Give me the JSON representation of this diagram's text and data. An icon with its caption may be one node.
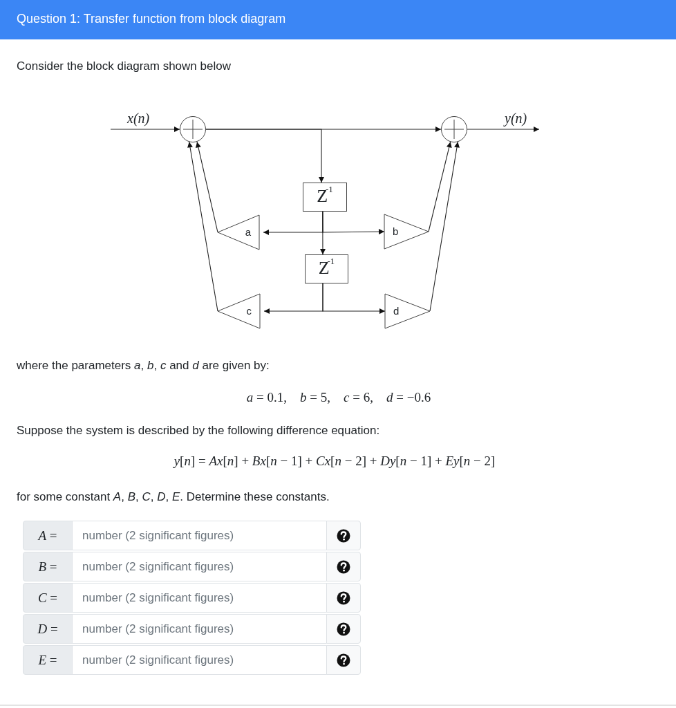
{
  "diagram": {
    "title": "Question 1: Transfer function from block diagram",
    "nodes": [
      {
        "text": [],
        "shape": "circle"
      },
      {
        "text": [],
        "shape": "circle"
      },
      {
        "text": [
          "Z$^{-1}$"
        ]
      },
      {
        "text": [
          "Z$^{-1}$"
        ]
      },
      {
        "text": [
          "a"
        ]
      },
      {
        "text": [
          "b"
        ]
      },
      {
        "text": [
          "c"
        ]
      },
      {
        "text": [
          "d"
        ]
      }
    ],
    "edges": [
      {
        "from": null,
        "to": 0,
        "arrow": "to",
        "label": "x(n)"
      },
      {
        "from": 0,
        "to": 1,
        "arrow": "to"
      },
      {
        "from": 0,
        "to": 2,
        "arrow": "to"
      },
      {
        "from": 2,
        "to": 4,
        "arrow": "to"
      },
      {
        "from": 2,
        "to": 5,
        "arrow": "to"
      },
      {
        "from": 2,
        "to": 3,
        "arrow": "to"
      },
      {
        "from": 3,
        "to": 6,
        "arrow": "to"
      },
      {
        "from": 3,
        "to": 7,
        "arrow": "to"
      },
      {
        "from": 4,
        "to": 0,
        "arrow": "to"
      },
      {
        "from": 6,
        "to": 0,
        "arrow": "to"
      },
      {
        "from": 5,
        "to": 1,
        "arrow": "to"
      },
      {
        "from": 7,
        "to": 1,
        "arrow": "to"
      },
      {
        "from": 1,
        "to": null,
        "arrow": "to",
        "label": "y(n)"
      }
    ],
    "labels": [
      "Consider the block diagram shown below",
      "where the parameters *a*, *b*, *c* and *d* are given by:",
      "*a* = 0.1,    *b* = 5,    *c* = 6,    *d* = −0.6",
      "Suppose the system is described by the following difference equation:",
      "*y*[*n*] = *Ax*[*n*] + *Bx*[*n* − 1] + *Cx*[*n* − 2] + *Dy*[*n* − 1] + *Ey*[*n* − 2]",
      "for some constant *A*, *B*, *C*, *D*, *E*. Determine these constants.",
      "*A* =",
      "number (2 significant figures)",
      "*B* =",
      "number (2 significant figures)",
      "*C* =",
      "number (2 significant figures)",
      "*D* =",
      "number (2 significant figures)",
      "*E* =",
      "number (2 significant figures)"
    ]
  }
}
